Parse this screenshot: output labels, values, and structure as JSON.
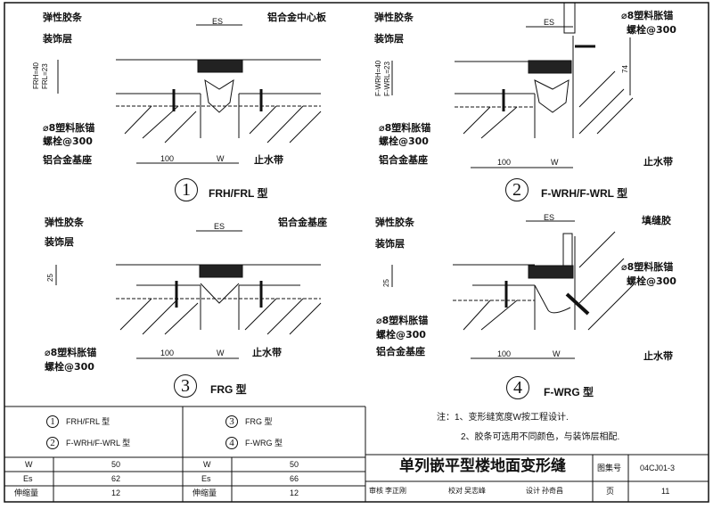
{
  "panels": [
    {
      "num": "1",
      "caption": "FRH/FRL 型",
      "labels": {
        "strip": "弹性胶条",
        "finish": "装饰层",
        "center": "铝合金中心板",
        "anchor1": "⌀8塑料胀锚",
        "anchor2": "螺栓@300",
        "base": "铝合金基座",
        "waterstop": "止水带"
      },
      "dims": {
        "es": "ES",
        "d100": "100",
        "w": "W",
        "h1": "FRH=40",
        "h2": "FRL=23"
      }
    },
    {
      "num": "2",
      "caption": "F-WRH/F-WRL 型",
      "labels": {
        "strip": "弹性胶条",
        "finish": "装饰层",
        "anchor1": "⌀8塑料胀锚",
        "anchor2": "螺栓@300",
        "wanchor1": "⌀8塑料胀锚",
        "wanchor2": "螺栓@300",
        "base": "铝合金基座",
        "waterstop": "止水带"
      },
      "dims": {
        "es": "ES",
        "d100": "100",
        "w": "W",
        "h1": "F-WRH=40",
        "h2": "F-WRL=23",
        "d74": "74"
      }
    },
    {
      "num": "3",
      "caption": "FRG 型",
      "labels": {
        "strip": "弹性胶条",
        "finish": "装饰层",
        "base": "铝合金基座",
        "anchor1": "⌀8塑料胀锚",
        "anchor2": "螺栓@300",
        "waterstop": "止水带"
      },
      "dims": {
        "es": "ES",
        "d100": "100",
        "w": "W",
        "h": "25"
      }
    },
    {
      "num": "4",
      "caption": "F-WRG 型",
      "labels": {
        "strip": "弹性胶条",
        "finish": "装饰层",
        "sealant": "填缝胶",
        "wanchor1": "⌀8塑料胀锚",
        "wanchor2": "螺栓@300",
        "anchor1": "⌀8塑料胀锚",
        "anchor2": "螺栓@300",
        "base": "铝合金基座",
        "waterstop": "止水带"
      },
      "dims": {
        "es": "ES",
        "d100": "100",
        "w": "W",
        "h": "25"
      }
    }
  ],
  "table": {
    "left": {
      "types": [
        {
          "num": "1",
          "name": "FRH/FRL 型"
        },
        {
          "num": "2",
          "name": "F-WRH/F-WRL 型"
        }
      ],
      "rows": [
        {
          "k": "W",
          "v": "50"
        },
        {
          "k": "Es",
          "v": "62"
        },
        {
          "k": "伸缩量",
          "v": "12"
        }
      ]
    },
    "right": {
      "types": [
        {
          "num": "3",
          "name": "FRG 型"
        },
        {
          "num": "4",
          "name": "F-WRG 型"
        }
      ],
      "rows": [
        {
          "k": "W",
          "v": "50"
        },
        {
          "k": "Es",
          "v": "66"
        },
        {
          "k": "伸缩量",
          "v": "12"
        }
      ]
    }
  },
  "notes": [
    "注：1、变形缝宽度W按工程设计.",
    "2、胶条可选用不同颜色，与装饰层相配."
  ],
  "titleblock": {
    "title": "单列嵌平型楼地面变形缝",
    "atlas_label": "图集号",
    "atlas_value": "04CJ01-3",
    "review": "审核",
    "reviewer": "李正刚",
    "check": "校对",
    "checker": "吴志峰",
    "design": "设计",
    "designer": "孙奇昌",
    "page_label": "页",
    "page_value": "11"
  }
}
